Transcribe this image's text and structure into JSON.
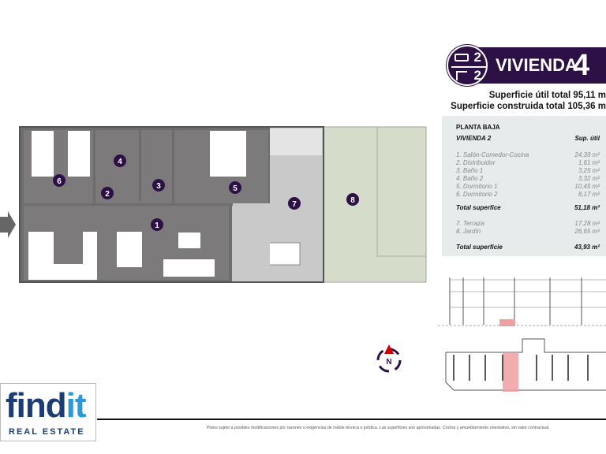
{
  "header": {
    "bedrooms": "2",
    "bathrooms": "2",
    "title": "VIVIENDA",
    "number": "4",
    "useful_area": "Superficie útil total 95,11 m",
    "built_area": "Superficie construida total 105,36 m"
  },
  "table": {
    "floor": "PLANTA BAJA",
    "unit": "VIVIENDA 2",
    "col": "Sup. útil",
    "rooms": [
      {
        "name": "1. Salón-Comedor-Cocina",
        "area": "24,39 m²"
      },
      {
        "name": "2. Distribuidor",
        "area": "1,61 m²"
      },
      {
        "name": "3. Baño 1",
        "area": "3,25 m²"
      },
      {
        "name": "4. Baño 2",
        "area": "3,32 m²"
      },
      {
        "name": "5. Dormitorio 1",
        "area": "10,45 m²"
      },
      {
        "name": "6. Dormitorio 2",
        "area": "8,17 m²"
      }
    ],
    "total1_label": "Total superfice",
    "total1": "51,18 m²",
    "outdoor": [
      {
        "name": "7. Terraza",
        "area": "17,28 m²"
      },
      {
        "name": "8. Jardín",
        "area": "26,65 m²"
      }
    ],
    "total2_label": "Total superficie",
    "total2": "43,93 m²"
  },
  "plan": {
    "labels": [
      "1",
      "2",
      "3",
      "4",
      "5",
      "6",
      "7",
      "8"
    ],
    "compass": "N"
  },
  "logo": {
    "text_a": "find",
    "text_b": "it",
    "sub": "REAL ESTATE"
  },
  "footer": {
    "disclaimer": "Plano sujeto a posibles modificaciones por razones o exigencias de índole técnica o jurídica. Las superficies son aproximadas. Cocina y amueblamiento orientativo, sin valor contractual."
  },
  "colors": {
    "brand": "#2d1146",
    "highlight": "#f0a0a0",
    "floor": "#7c7a7a",
    "garden": "#d6dcca"
  }
}
